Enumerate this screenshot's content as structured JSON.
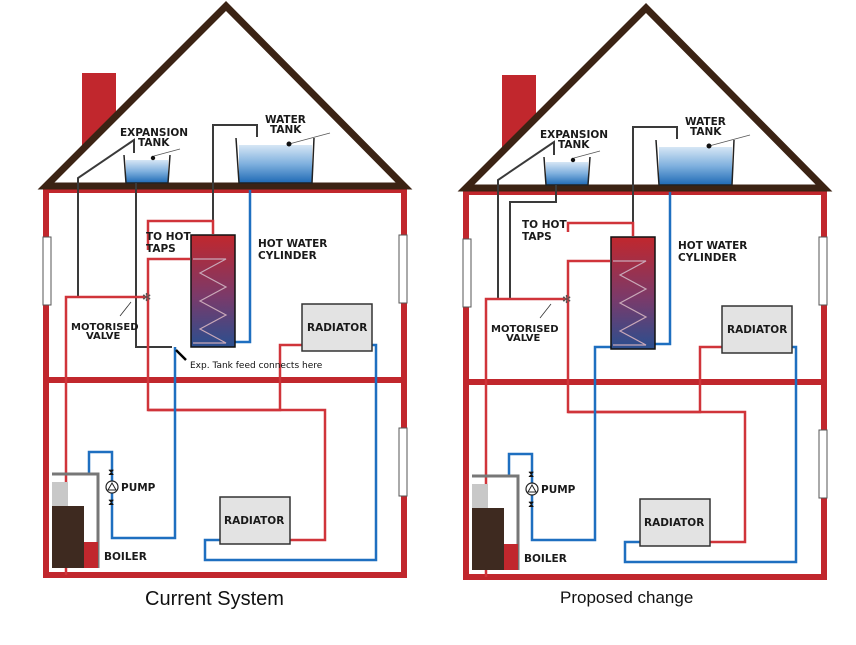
{
  "colors": {
    "wall": "#c1272d",
    "roof": "#3b2314",
    "hot_pipe": "#d0343a",
    "cold_pipe": "#1e6fc0",
    "feed_pipe": "#3a3a3a",
    "water_light": "#bcd6ee",
    "water_dark": "#1f6ab5",
    "radiator_fill": "#e3e3e3",
    "boiler": "#3e2a20"
  },
  "diagrams": [
    {
      "id": "current",
      "caption": "Current System",
      "labels": {
        "expansion_tank": [
          "EXPANSION",
          "TANK"
        ],
        "water_tank": [
          "WATER",
          "TANK"
        ],
        "to_hot_taps": [
          "TO HOT",
          "TAPS"
        ],
        "hot_water_cylinder": [
          "HOT WATER",
          "CYLINDER"
        ],
        "motorised_valve": [
          "MOTORISED",
          "VALVE"
        ],
        "radiator_upper": "RADIATOR",
        "radiator_lower": "RADIATOR",
        "pump": "PUMP",
        "boiler": "BOILER"
      },
      "annotation": "Exp. Tank feed connects here"
    },
    {
      "id": "proposed",
      "caption": "Proposed change",
      "labels": {
        "expansion_tank": [
          "EXPANSION",
          "TANK"
        ],
        "water_tank": [
          "WATER",
          "TANK"
        ],
        "to_hot_taps": [
          "TO HOT",
          "TAPS"
        ],
        "hot_water_cylinder": [
          "HOT WATER",
          "CYLINDER"
        ],
        "motorised_valve": [
          "MOTORISED",
          "VALVE"
        ],
        "radiator_upper": "RADIATOR",
        "radiator_lower": "RADIATOR",
        "pump": "PUMP",
        "boiler": "BOILER"
      }
    }
  ]
}
